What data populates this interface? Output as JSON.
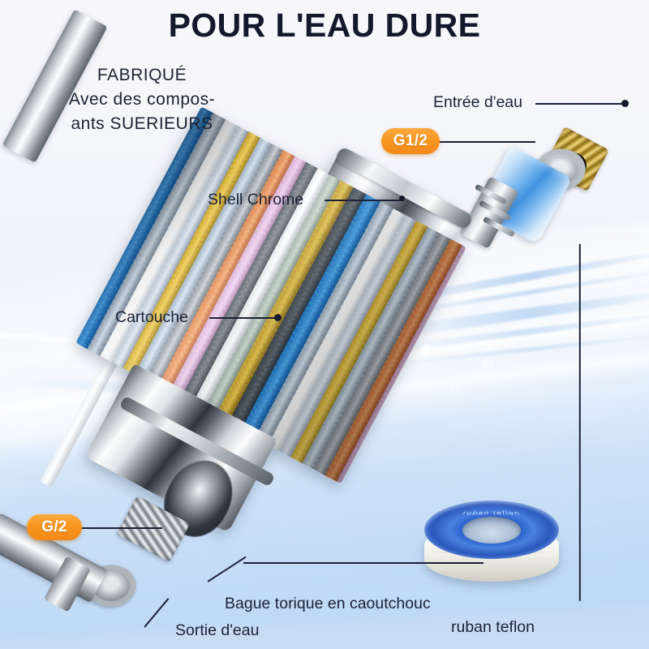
{
  "page": {
    "title": "POUR L'EAU DURE",
    "subtitle_lines": [
      "FABRIQUÉ",
      "Avec des compos-",
      "ants SUERIEURS"
    ],
    "accent_color": "#f7931e",
    "text_color": "#1b2235",
    "background_colors": [
      "#f7f7fb",
      "#dde8f8",
      "#c4d9f2"
    ]
  },
  "badges": [
    {
      "id": "badge-top",
      "label": "G1/2"
    },
    {
      "id": "badge-bottom",
      "label": "G/2"
    }
  ],
  "callouts": [
    {
      "id": "water-inlet",
      "label": "Entrée d'eau"
    },
    {
      "id": "shell-chrome",
      "label": "Shell Chrome"
    },
    {
      "id": "cartridge",
      "label": "Cartouche"
    },
    {
      "id": "o-ring",
      "label": "Bague torique en caoutchouc"
    },
    {
      "id": "water-outlet",
      "label": "Sortie d'eau"
    },
    {
      "id": "teflon-tape",
      "label": "ruban teflon"
    }
  ],
  "parts": {
    "tape_embossed_text": "ruban teflon"
  }
}
